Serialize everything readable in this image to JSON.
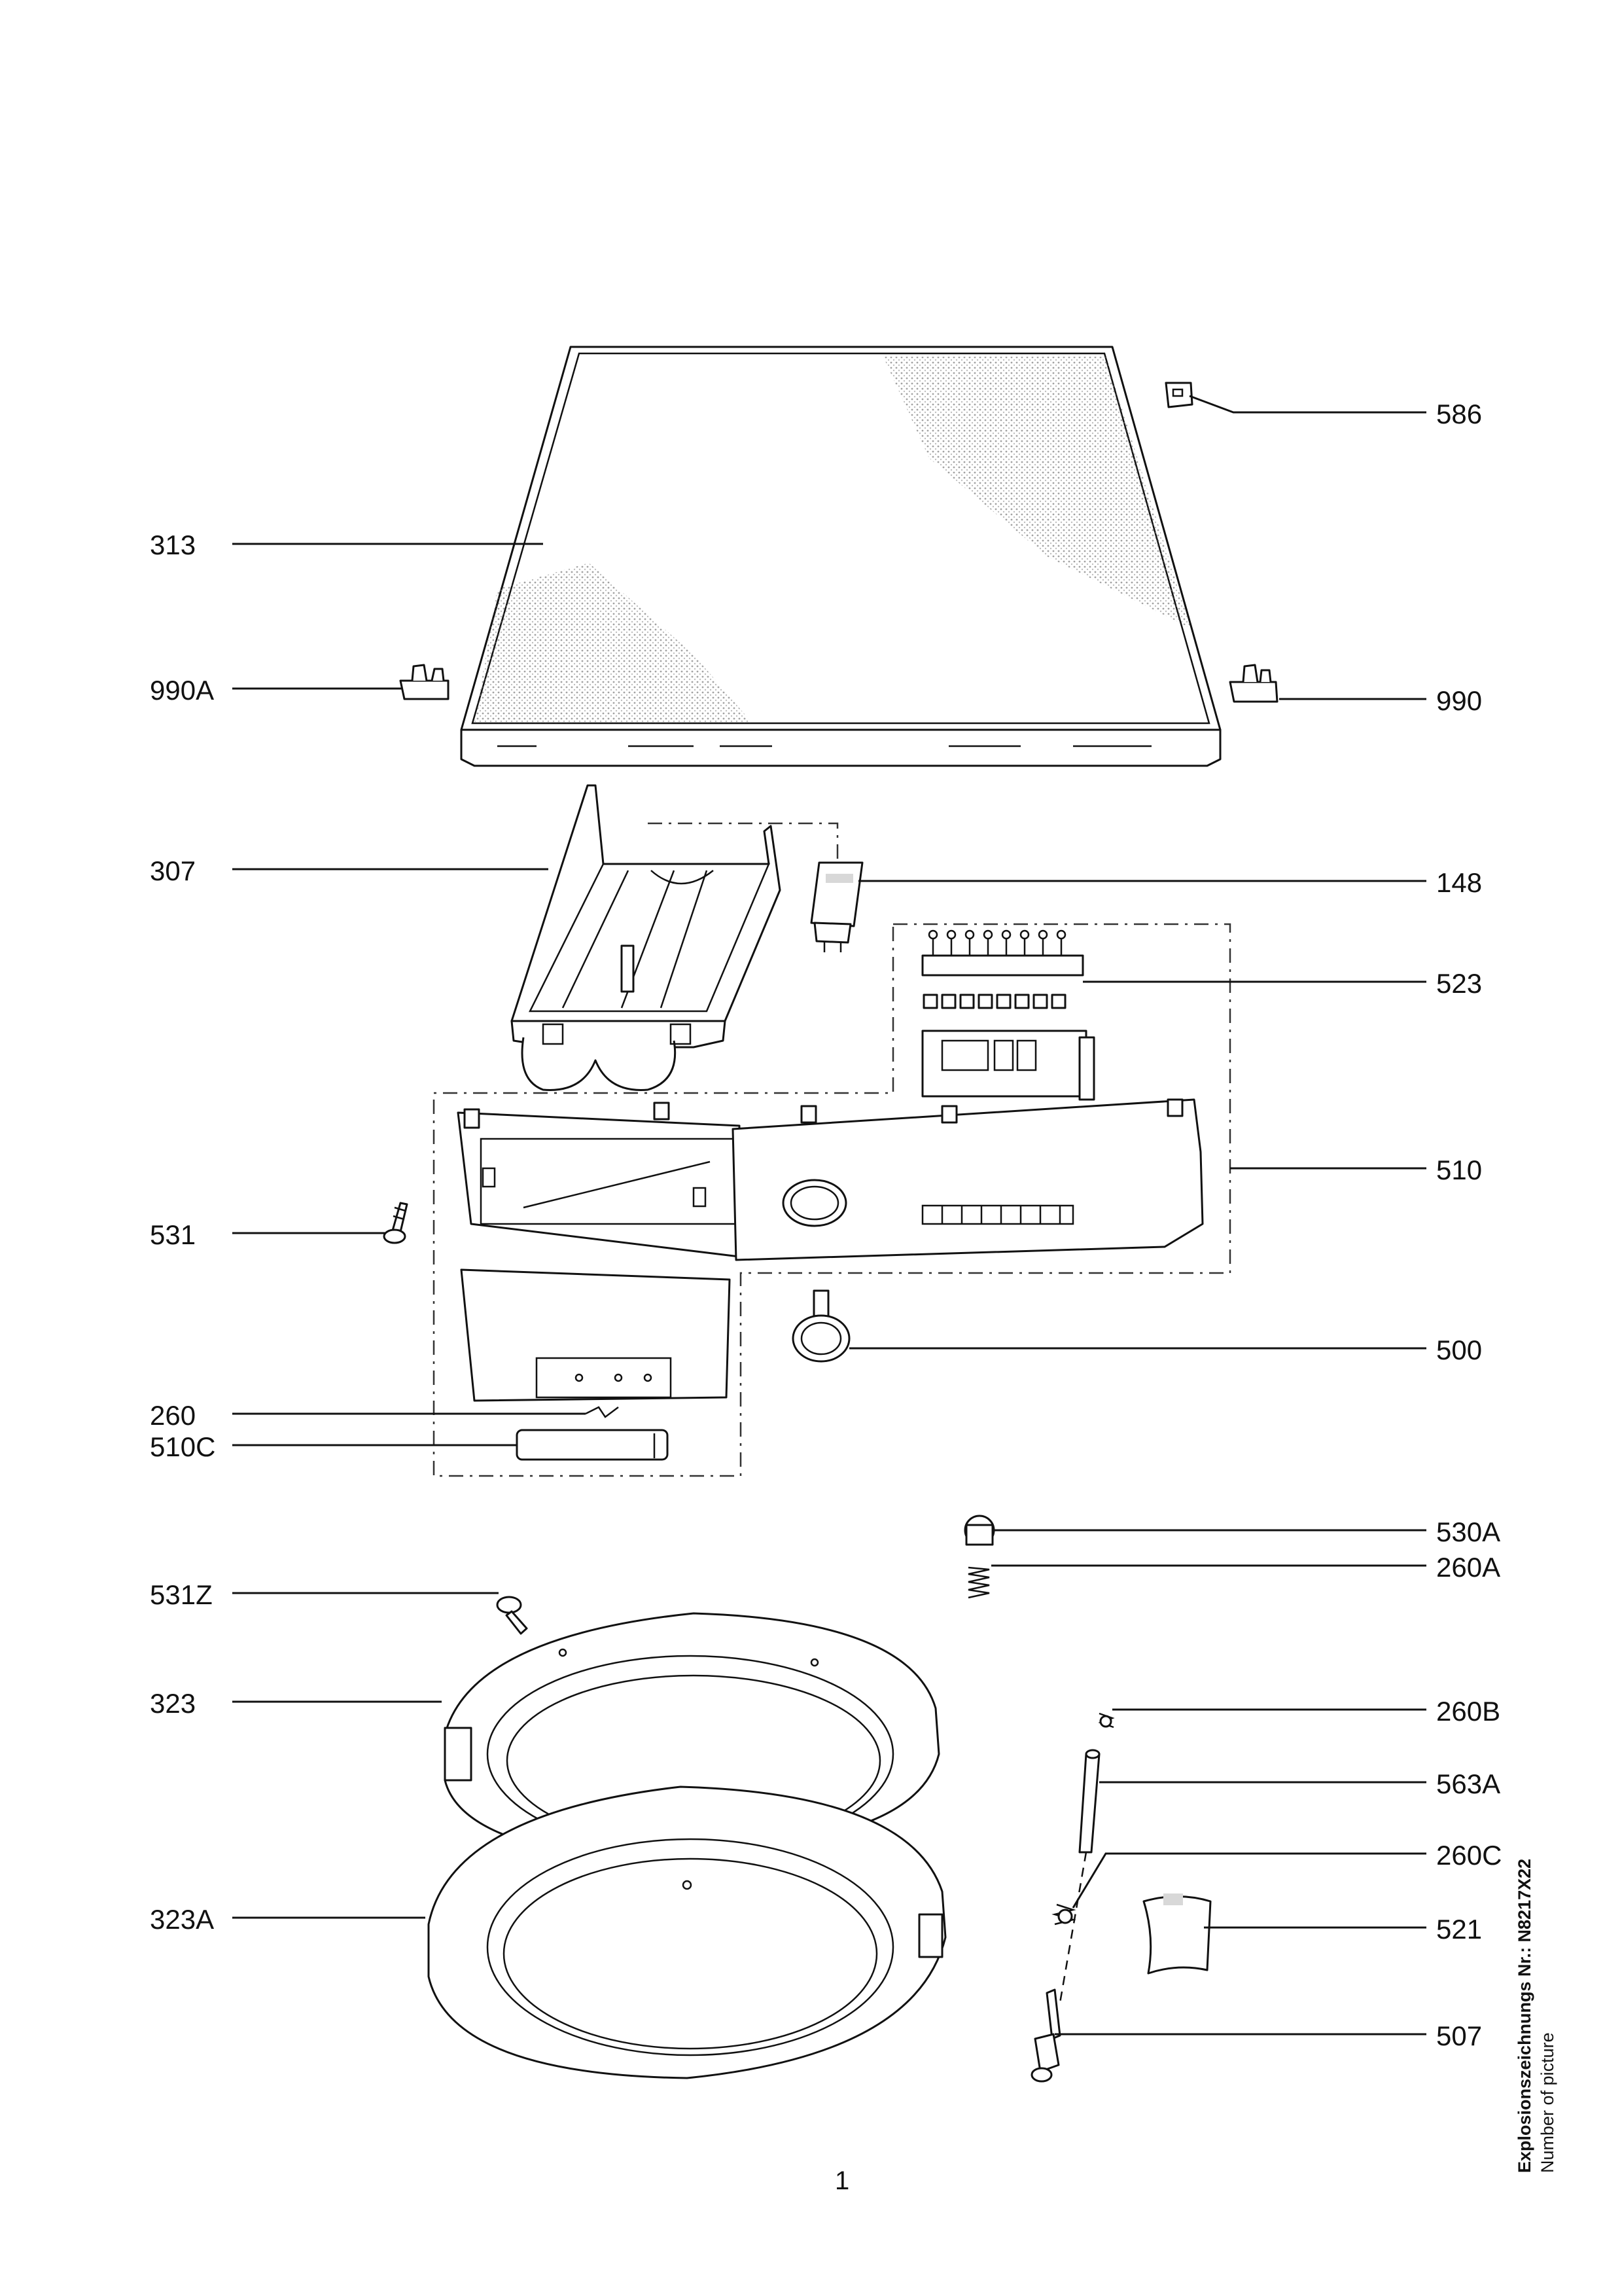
{
  "callouts": {
    "c313": "313",
    "c990A": "990A",
    "c307": "307",
    "c531": "531",
    "c260": "260",
    "c510C": "510C",
    "c531Z": "531Z",
    "c323": "323",
    "c323A": "323A",
    "c586": "586",
    "c990": "990",
    "c148": "148",
    "c523": "523",
    "c510": "510",
    "c500": "500",
    "c530A": "530A",
    "c260A": "260A",
    "c260B": "260B",
    "c563A": "563A",
    "c260C": "260C",
    "c521": "521",
    "c507": "507"
  },
  "page_number": "1",
  "caption": {
    "line1": "Explosionszeichnungs Nr.: N8217X22",
    "line2": "Number of picture"
  }
}
